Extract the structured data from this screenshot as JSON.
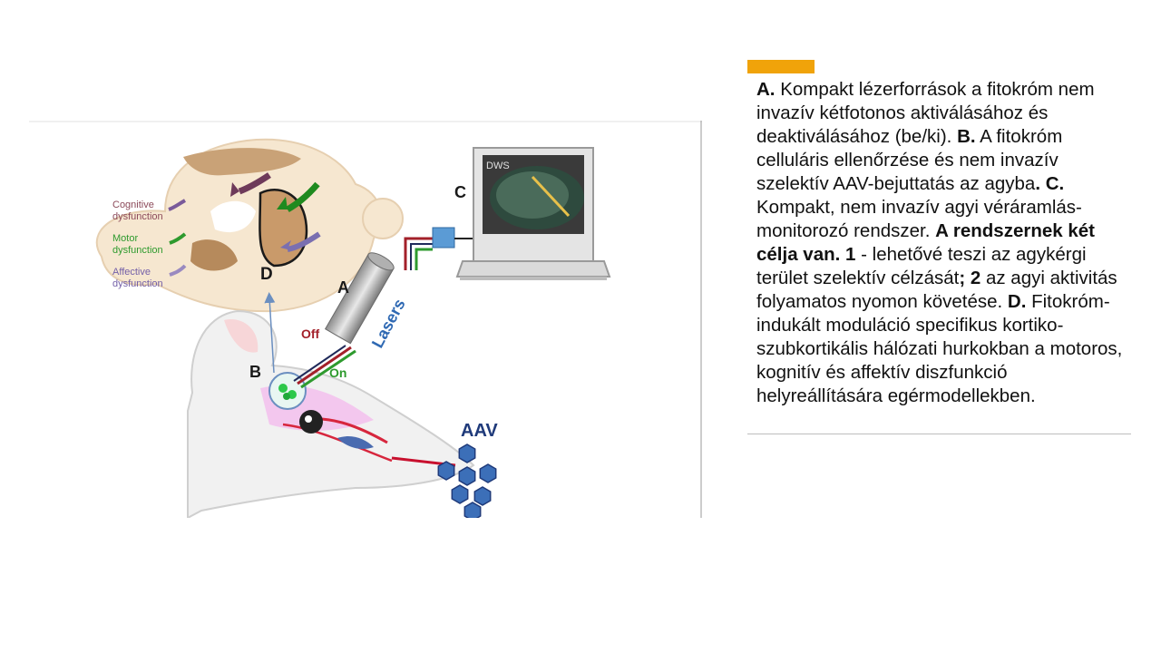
{
  "figure": {
    "labels": {
      "A": "A",
      "B": "B",
      "C": "C",
      "D": "D"
    },
    "dysfunctions": [
      {
        "line1": "Cognitive",
        "line2": "dysfunction",
        "color": "#8c4a5a"
      },
      {
        "line1": "Motor",
        "line2": "dysfunction",
        "color": "#2e9a2e"
      },
      {
        "line1": "Affective",
        "line2": "dysfunction",
        "color": "#7460a8"
      }
    ],
    "screen_label": "DWS",
    "lasers_label": "Lasers",
    "off_label": "Off",
    "on_label": "On",
    "aav_label": "AAV",
    "colors": {
      "off": "#a3202a",
      "on": "#2e9a2e",
      "aav": "#1f3a7a",
      "accent": "#f0a30a"
    }
  },
  "caption": {
    "p1b": "A.",
    "p1": " Kompakt lézerforrások a fitokróm nem invazív kétfotonos aktiválásához és deaktiválásához (be/ki). ",
    "p2b": "B.",
    "p2": " A fitokróm celluláris ellenőrzése és nem invazív szelektív AAV-bejuttatás az agyba",
    "p3b": ". C.",
    "p3": " Kompakt, nem invazív agyi véráramlás-monitorozó rendszer. ",
    "p4b": "A rendszernek két célja van. 1",
    "p4": " - lehetővé teszi az agykérgi terület szelektív célzását",
    "p5b": "; 2",
    "p5": " az agyi aktivitás folyamatos nyomon követése. ",
    "p6b": "D.",
    "p6": " Fitokróm-indukált moduláció specifikus kortiko-szubkortikális hálózati hurkokban a motoros, kognitív és affektív diszfunkció helyreállítására egérmodellekben."
  }
}
